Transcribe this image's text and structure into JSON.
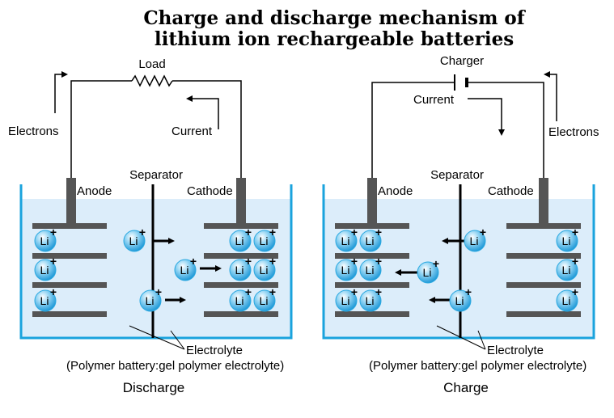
{
  "title": {
    "line1": "Charge and discharge mechanism of",
    "line2": "lithium ion rechargeable batteries"
  },
  "discharge": {
    "caption": "Discharge",
    "load_label": "Load",
    "electrons_label": "Electrons",
    "current_label": "Current",
    "separator_label": "Separator",
    "anode_label": "Anode",
    "cathode_label": "Cathode",
    "electrolyte_label": "Electrolyte",
    "electrolyte_note": "(Polymer battery:gel polymer electrolyte)"
  },
  "charge": {
    "caption": "Charge",
    "charger_label": "Charger",
    "electrons_label": "Electrons",
    "current_label": "Current",
    "separator_label": "Separator",
    "anode_label": "Anode",
    "cathode_label": "Cathode",
    "electrolyte_label": "Electrolyte",
    "electrolyte_note": "(Polymer battery:gel polymer electrolyte)"
  },
  "ion": {
    "symbol": "Li",
    "charge": "+"
  },
  "colors": {
    "electrolyte": "#dcedfa",
    "container": "#1aa3dd",
    "plate": "#555555",
    "ion_fill": "#29a8e0"
  }
}
